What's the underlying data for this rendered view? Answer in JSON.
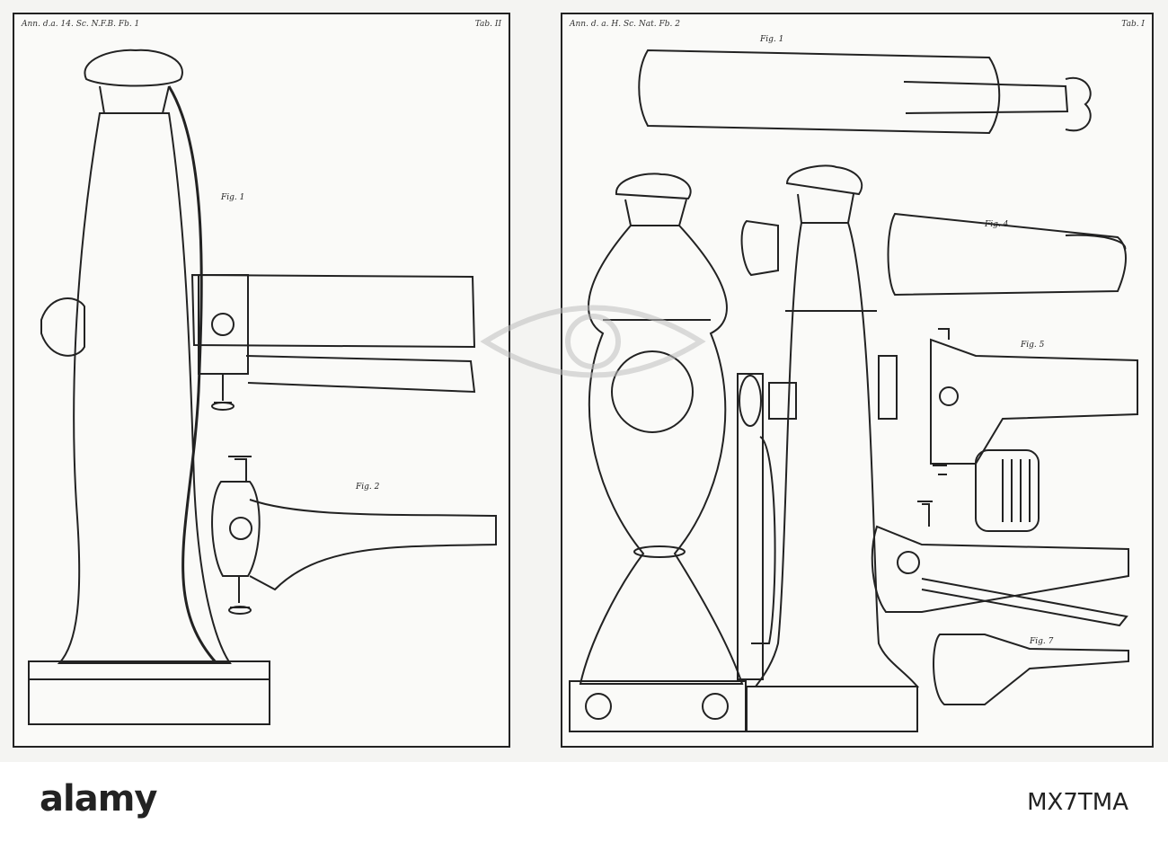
{
  "plates": [
    {
      "header_left": "Ann. d.a. 14. Sc. N.F.B. Fb. 1",
      "header_right": "Tab. II"
    },
    {
      "header_left": "Ann. d. a. H. Sc. Nat. Fb. 2",
      "header_right": "Tab. I"
    }
  ],
  "watermark": {
    "brand": "alamy",
    "stock_id": "MX7TMA",
    "icon": "alamy-logo-watermark"
  },
  "colors": {
    "ink": "#222222",
    "paper": "#fafaf8",
    "footer": "#ffffff"
  }
}
